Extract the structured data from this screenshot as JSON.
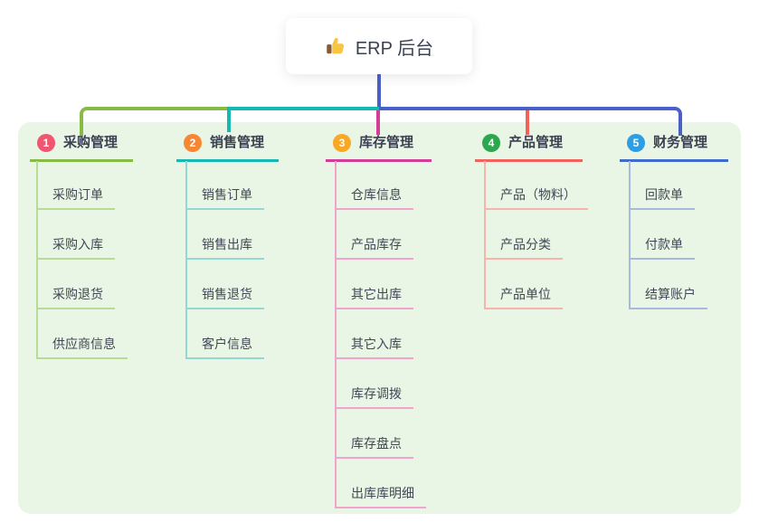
{
  "root": {
    "icon": "thumbs-up-icon",
    "title": "ERP 后台"
  },
  "colors": {
    "primary_line": "#4a5fc8",
    "panel_bg": "#eaf6e5"
  },
  "branches": [
    {
      "index": "1",
      "label": "采购管理",
      "colors": {
        "badge": "#ef5670",
        "line": "#88bb45",
        "child_line": "#b8dc97"
      },
      "children": [
        "采购订单",
        "采购入库",
        "采购退货",
        "供应商信息"
      ]
    },
    {
      "index": "2",
      "label": "销售管理",
      "colors": {
        "badge": "#f78733",
        "line": "#16b8b2",
        "child_line": "#93d8d2"
      },
      "children": [
        "销售订单",
        "销售出库",
        "销售退货",
        "客户信息"
      ]
    },
    {
      "index": "3",
      "label": "库存管理",
      "colors": {
        "badge": "#f9a825",
        "line": "#d23d98",
        "child_line": "#efa3cd"
      },
      "children": [
        "仓库信息",
        "产品库存",
        "其它出库",
        "其它入库",
        "库存调拨",
        "库存盘点",
        "出库库明细"
      ]
    },
    {
      "index": "4",
      "label": "产品管理",
      "colors": {
        "badge": "#2ba84e",
        "line": "#f2615a",
        "child_line": "#f8b3ac"
      },
      "children": [
        "产品（物料）",
        "产品分类",
        "产品单位"
      ]
    },
    {
      "index": "5",
      "label": "财务管理",
      "colors": {
        "badge": "#2d9ee3",
        "line": "#3f6ccb",
        "child_line": "#a8b9dd"
      },
      "children": [
        "回款单",
        "付款单",
        "结算账户"
      ]
    }
  ]
}
